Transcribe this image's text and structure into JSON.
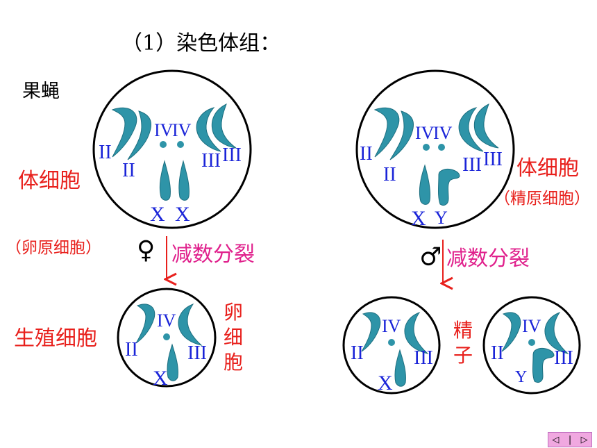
{
  "title": "（1）染色体组：",
  "organism": "果蝇",
  "labels": {
    "somatic_left": "体细胞",
    "oocyte_origin": "（卵原细胞）",
    "germ_cell": "生殖细胞",
    "egg": "卵细胞",
    "somatic_right": "体细胞",
    "sperm_origin": "（精原细胞）",
    "sperm": "精子",
    "meiosis_left": "减数分裂",
    "meiosis_right": "减数分裂",
    "female_symbol": "♀",
    "male_symbol": "♂"
  },
  "chromosome_labels": {
    "II": "II",
    "III": "III",
    "IV": "IV",
    "X": "X",
    "Y": "Y"
  },
  "nav": {
    "prev": "◁",
    "mid": "|",
    "next": "▷"
  },
  "colors": {
    "chromosome": "#2e94a8",
    "label_blue": "#1a24d8",
    "red_text": "#e8201c",
    "magenta_text": "#e0208c"
  }
}
